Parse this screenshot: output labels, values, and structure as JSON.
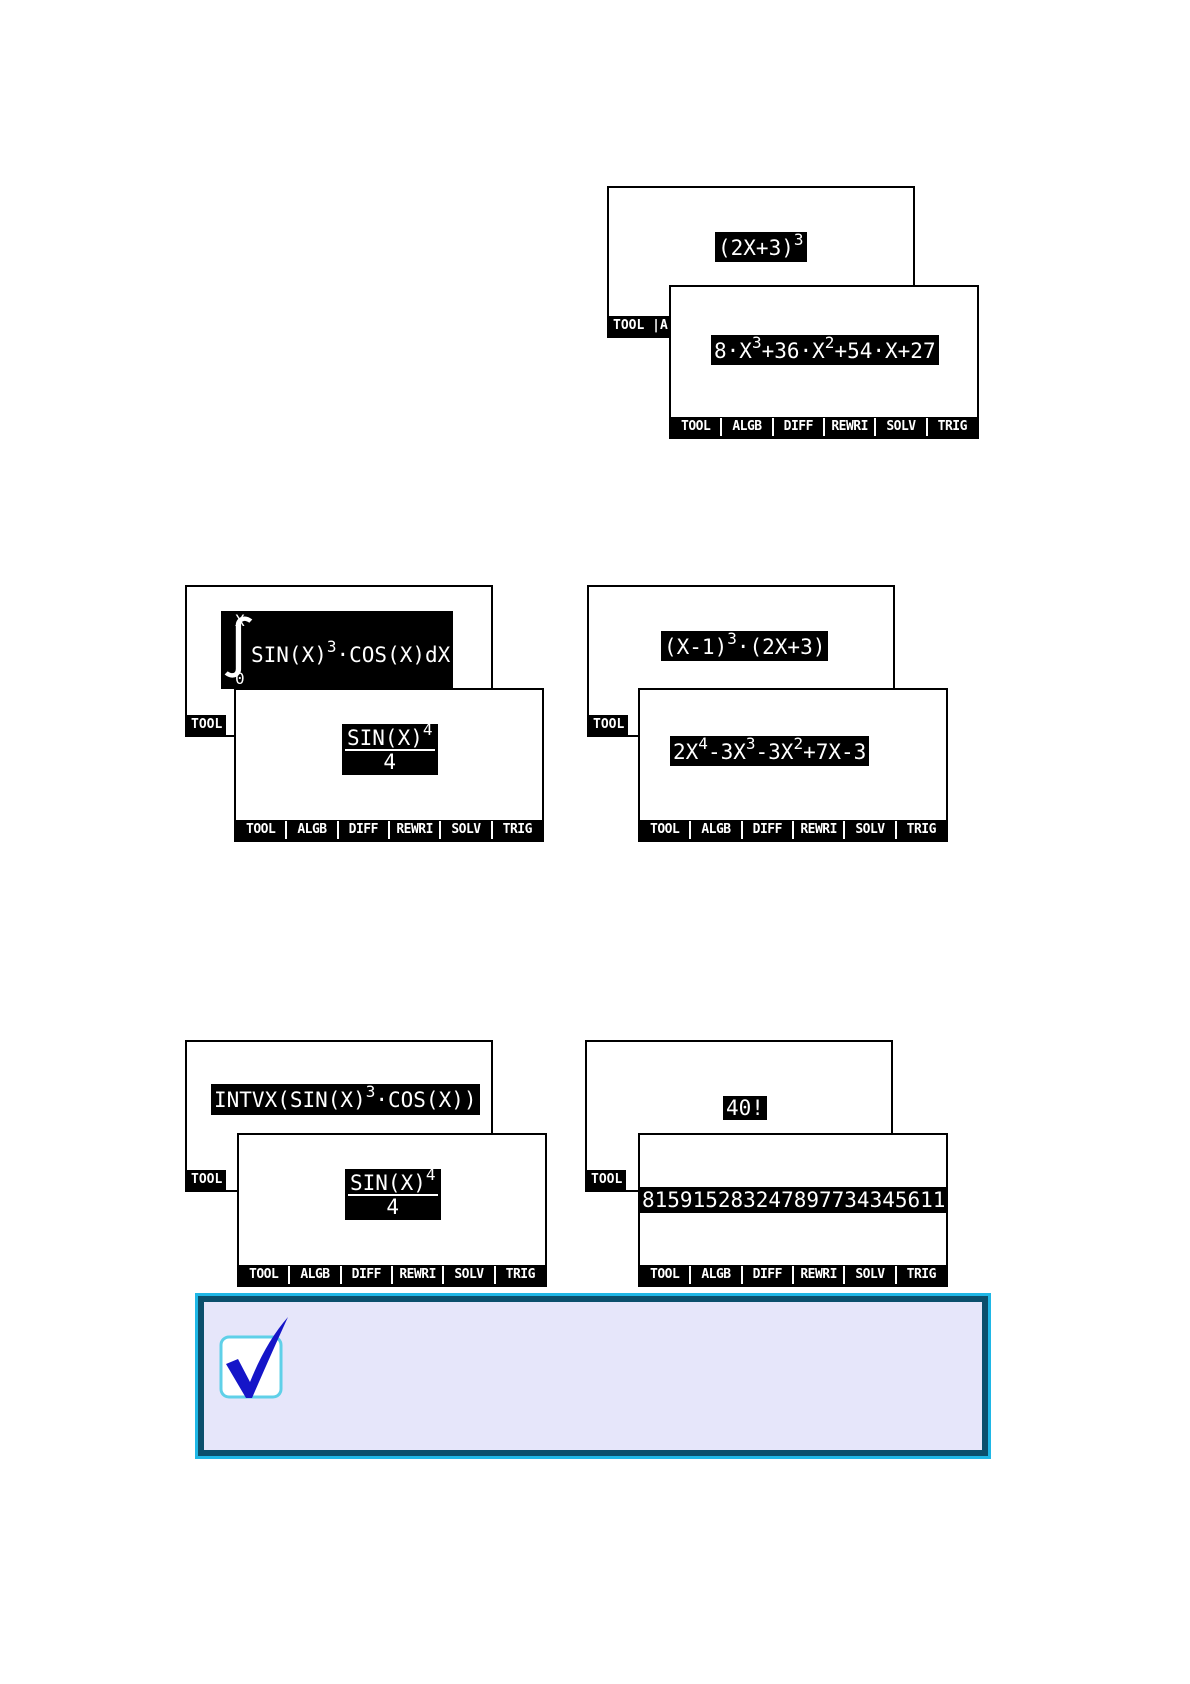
{
  "menu": [
    "TOOL",
    "ALGB",
    "DIFF",
    "REWRI",
    "SOLV",
    "TRIG"
  ],
  "tab_label": "TOOL",
  "tab_partial": "TOOL |A",
  "group1": {
    "back_expr": {
      "base": "(2X+3)",
      "exp": "3"
    },
    "front_expr": [
      "8·X",
      "3",
      "+36·X",
      "2",
      "+54·X+27"
    ]
  },
  "group2": {
    "back_integral": {
      "upper": "X",
      "lower": "0",
      "body": "SIN(X)",
      "exp": "3",
      "rest": "·COS(X)dX"
    },
    "front_frac": {
      "num": "SIN(X)",
      "exp": "4",
      "den": "4"
    }
  },
  "group3": {
    "back_expr": [
      "(X-1)",
      "3",
      "·(2X+3)"
    ],
    "front_expr": [
      "2X",
      "4",
      "-3X",
      "3",
      "-3X",
      "2",
      "+7X-3"
    ]
  },
  "group4": {
    "back_expr": {
      "pre": "INTVX(SIN(X)",
      "exp": "3",
      "post": "·COS(X))"
    },
    "front_frac": {
      "num": "SIN(X)",
      "exp": "4",
      "den": "4"
    }
  },
  "group5": {
    "back_expr": "40!",
    "front_result": "815915283247897734345611"
  },
  "colors": {
    "note_bg": "#e6e6fa",
    "note_border": "#0b4f6c",
    "note_outline": "#1fb7e6",
    "check": "#1515c8"
  },
  "icons": {
    "note": "checkmark-icon"
  }
}
